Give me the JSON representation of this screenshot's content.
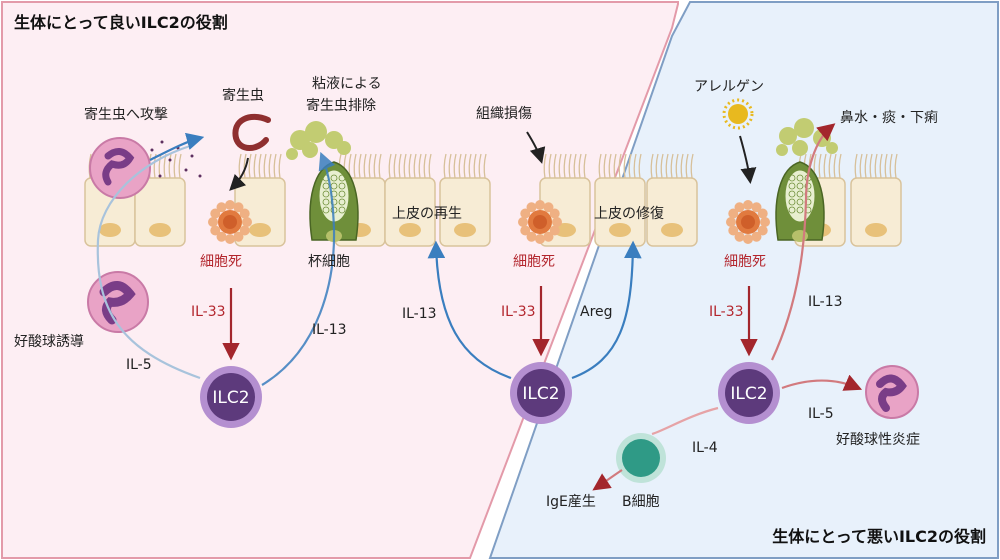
{
  "titles": {
    "good_role": "生体にとって良いILC2の役割",
    "bad_role": "生体にとって悪いILC2の役割"
  },
  "labels": {
    "parasite_attack": "寄生虫へ攻撃",
    "parasite": "寄生虫",
    "mucus_line1": "粘液による",
    "mucus_line2": "寄生虫排除",
    "tissue_damage": "組織損傷",
    "allergen": "アレルゲン",
    "symptoms": "鼻水・痰・下痢",
    "cell_death": "細胞死",
    "goblet_cell": "杯細胞",
    "epithelial_regen": "上皮の再生",
    "epithelial_repair": "上皮の修復",
    "eosinophil_induction": "好酸球誘導",
    "eosinophilic_inflammation": "好酸球性炎症",
    "ige_production": "IgE産生",
    "b_cell": "B細胞",
    "ilc2": "ILC2"
  },
  "cytokines": {
    "il33": "IL-33",
    "il13": "IL-13",
    "il5": "IL-5",
    "il4": "IL-4",
    "areg": "Areg"
  },
  "colors": {
    "good_bg": "#fdeef3",
    "good_border": "#e39aa9",
    "bad_bg": "#e8f1fb",
    "bad_border": "#7f9ec4",
    "ilc2_fill": "#5d3a7c",
    "ilc2_ring": "#b48fd0",
    "arrow_red": "#a3262c",
    "arrow_blue": "#3a7ebf",
    "label_red": "#b3262d",
    "cell_fill": "#f7ecd5",
    "cell_stroke": "#d9c39b",
    "nucleus": "#e8c17a",
    "goblet": "#6f8f3a",
    "mucus": "#c2cc72",
    "b_cell": "#2f9a86",
    "eosinophil": "#e9a3c6",
    "eosinophil_nucleus": "#7a3d87"
  }
}
